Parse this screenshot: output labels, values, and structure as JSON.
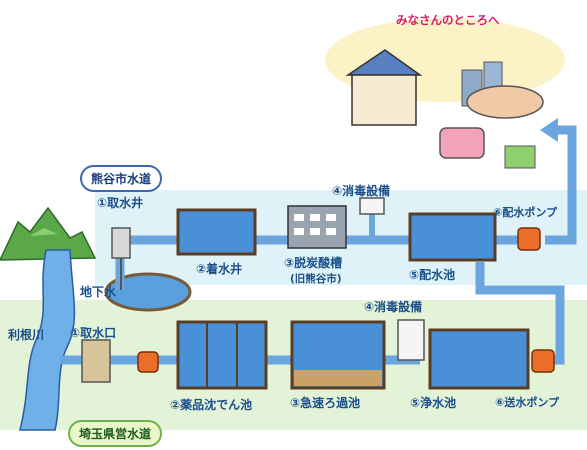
{
  "destination_label": "みなさんのところへ",
  "systems": {
    "city": "熊谷市水道",
    "prefecture": "埼玉県営水道"
  },
  "sources": {
    "river": "利根川",
    "groundwater": "地下水"
  },
  "city_labels": {
    "intake_well": "①取水井",
    "settling_well": "②着水井",
    "decarbonation_tank": "③脱炭酸槽",
    "decarbonation_note": "(旧熊谷市)",
    "disinfection": "④消毒設備",
    "distribution_reservoir": "⑤配水池",
    "distribution_pump": "⑥配水ポンプ"
  },
  "prefecture_labels": {
    "intake": "①取水口",
    "sedimentation": "②薬品沈でん池",
    "rapid_filter": "③急速ろ過池",
    "disinfection": "④消毒設備",
    "clean_water_reservoir": "⑤浄水池",
    "transmission_pump": "⑥送水ポンプ"
  },
  "colors": {
    "city_band": "#dff2f7",
    "prefecture_band": "#e3f3d8",
    "water": "#4a90d6",
    "pipe": "#6aa6dd",
    "label_text": "#1b4f8a",
    "destination_text": "#d81b72"
  }
}
